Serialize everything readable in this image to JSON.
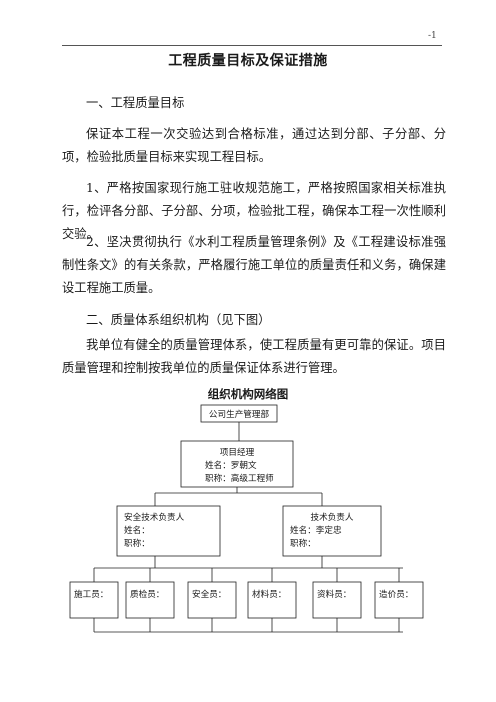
{
  "page_mark": "-1",
  "title": "工程质量目标及保证措施",
  "section1": {
    "heading": "一、工程质量目标",
    "p1": "保证本工程一次交验达到合格标准，通过达到分部、子分部、分项，检验批质量目标来实现工程目标。",
    "p2": "1、严格按国家现行施工驻收规范施工，严格按照国家相关标准执行，检评各分部、子分部、分项，检验批工程，确保本工程一次性顺利交验。",
    "p3": "2、坚决贯彻执行《水利工程质量管理条例》及《工程建设标准强制性条文》的有关条款，严格履行施工单位的质量责任和义务，确保建设工程施工质量。"
  },
  "section2": {
    "heading": "二、质量体系组织机构（见下图）",
    "p1": "我单位有健全的质量管理体系，使工程质量有更可靠的保证。项目质量管理和控制按我单位的质量保证体系进行管理。"
  },
  "org_chart": {
    "title": "组织机构网络图",
    "company": "公司生产管理部",
    "manager": {
      "role": "项目经理",
      "name_line": "姓名：罗朝文",
      "title_line": "职称：高级工程师"
    },
    "safety_lead": {
      "role": "安全技术负责人",
      "name_line": "姓名：",
      "title_line": "职称："
    },
    "tech_lead": {
      "role": "技术负责人",
      "name_line": "姓名：李定忠",
      "title_line": "职称："
    },
    "staff": [
      "施工员：",
      "质检员：",
      "安全员：",
      "材料员：",
      "资料员：",
      "造价员："
    ]
  }
}
